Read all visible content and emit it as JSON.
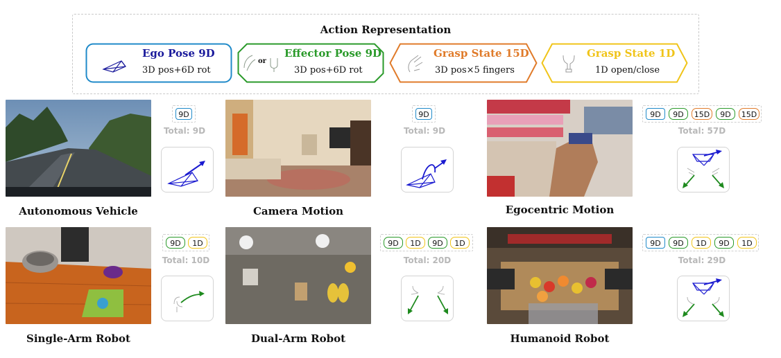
{
  "title": "Action Representation",
  "legend": [
    {
      "title": "Ego Pose 9D",
      "sub": "3D pos+6D rot",
      "color": "#1f8ac9",
      "title_color": "#1b1b9c",
      "icon": "camera-frustum-icon"
    },
    {
      "title": "Effector Pose 9D",
      "sub": "3D pos+6D rot",
      "color": "#2a9a2a",
      "title_color": "#2a9a2a",
      "icon": "gripper-or-hand-icon",
      "or_text": "or"
    },
    {
      "title": "Grasp State 15D",
      "sub": "3D pos×5 fingers",
      "color": "#e07b2a",
      "title_color": "#e07b2a",
      "icon": "hand-icon"
    },
    {
      "title": "Grasp State 1D",
      "sub": "1D open/close",
      "color": "#f0c419",
      "title_color": "#f0c419",
      "icon": "gripper-icon"
    }
  ],
  "colors": {
    "ego": "#1f8ac9",
    "effector": "#2a9a2a",
    "grasp15": "#e07b2a",
    "grasp1": "#f0c419",
    "arrow_blue": "#1a1ad0",
    "arrow_green": "#1e8a1e"
  },
  "panels": [
    {
      "caption": "Autonomous Vehicle",
      "chips": [
        {
          "label": "9D",
          "kind": "ego"
        }
      ],
      "total": "Total: 9D",
      "icon": "ego-pose-arrow-icon",
      "scene": "road-scene-image"
    },
    {
      "caption": "Camera Motion",
      "chips": [
        {
          "label": "9D",
          "kind": "ego"
        }
      ],
      "total": "Total: 9D",
      "icon": "ego-pose-curved-arrow-icon",
      "scene": "living-room-image"
    },
    {
      "caption": "Egocentric Motion",
      "chips": [
        {
          "label": "9D",
          "kind": "ego"
        },
        {
          "label": "9D",
          "kind": "effector"
        },
        {
          "label": "15D",
          "kind": "grasp15"
        },
        {
          "label": "9D",
          "kind": "effector"
        },
        {
          "label": "15D",
          "kind": "grasp15"
        }
      ],
      "total": "Total: 57D",
      "icon": "ego-and-hands-icon",
      "scene": "store-shelf-image"
    },
    {
      "caption": "Single-Arm Robot",
      "chips": [
        {
          "label": "9D",
          "kind": "effector"
        },
        {
          "label": "1D",
          "kind": "grasp1"
        }
      ],
      "total": "Total: 10D",
      "icon": "single-gripper-arrow-icon",
      "scene": "kitchen-counter-image"
    },
    {
      "caption": "Dual-Arm Robot",
      "chips": [
        {
          "label": "9D",
          "kind": "effector"
        },
        {
          "label": "1D",
          "kind": "grasp1"
        },
        {
          "label": "9D",
          "kind": "effector"
        },
        {
          "label": "1D",
          "kind": "grasp1"
        }
      ],
      "total": "Total: 20D",
      "icon": "dual-gripper-arrows-icon",
      "scene": "table-top-image"
    },
    {
      "caption": "Humanoid Robot",
      "chips": [
        {
          "label": "9D",
          "kind": "ego"
        },
        {
          "label": "9D",
          "kind": "effector"
        },
        {
          "label": "1D",
          "kind": "grasp1"
        },
        {
          "label": "9D",
          "kind": "effector"
        },
        {
          "label": "1D",
          "kind": "grasp1"
        }
      ],
      "total": "Total: 29D",
      "icon": "ego-and-grippers-icon",
      "scene": "fruit-cart-image"
    }
  ]
}
